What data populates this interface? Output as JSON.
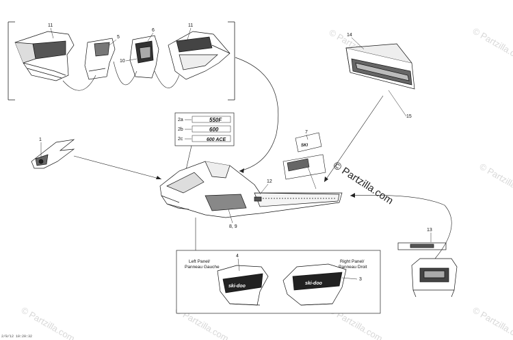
{
  "watermark": {
    "text": "© Partzilla.com"
  },
  "callouts": {
    "c1": "1",
    "c2a": "2a",
    "c2b": "2b",
    "c2c": "2c",
    "c3": "3",
    "c4": "4",
    "c5": "5",
    "c6": "6",
    "c7": "7",
    "c89": "8, 9",
    "c10": "10",
    "c11a": "11",
    "c11b": "11",
    "c12": "12",
    "c13": "13",
    "c14": "14",
    "c15": "15"
  },
  "decals": {
    "d2a": "550F",
    "d2b": "600",
    "d2c": "600 ACE"
  },
  "panels": {
    "left_title": "Left Panel/",
    "left_sub": "Panneau Gauche",
    "right_title": "Right Panel/",
    "right_sub": "Panneau Droit"
  },
  "footer": {
    "stamp": "2/8/12 10:20:32"
  }
}
